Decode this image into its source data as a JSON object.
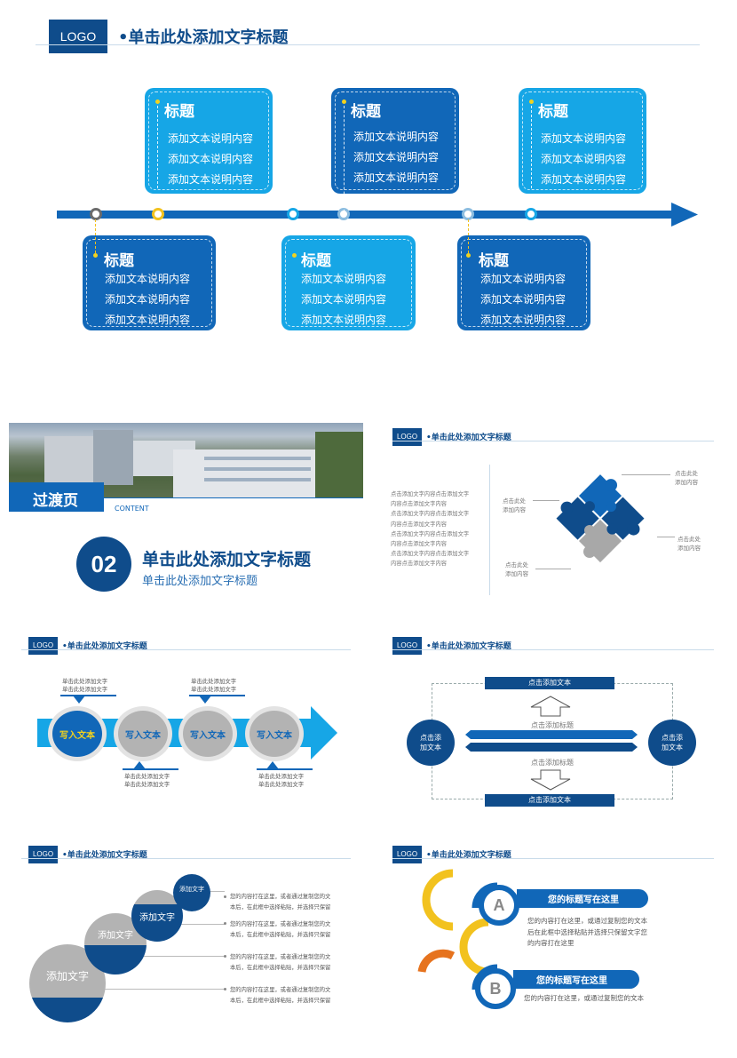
{
  "hero": {
    "logo": "LOGO",
    "title": "•单击此处添加文字标题",
    "cards": [
      {
        "title": "标题",
        "lines": [
          "添加文本说明内容",
          "添加文本说明内容",
          "添加文本说明内容"
        ]
      },
      {
        "title": "标题",
        "lines": [
          "添加文本说明内容",
          "添加文本说明内容",
          "添加文本说明内容"
        ]
      },
      {
        "title": "标题",
        "lines": [
          "添加文本说明内容",
          "添加文本说明内容",
          "添加文本说明内容"
        ]
      },
      {
        "title": "标题",
        "lines": [
          "添加文本说明内容",
          "添加文本说明内容",
          "添加文本说明内容"
        ]
      },
      {
        "title": "标题",
        "lines": [
          "添加文本说明内容",
          "添加文本说明内容",
          "添加文本说明内容"
        ]
      },
      {
        "title": "标题",
        "lines": [
          "添加文本说明内容",
          "添加文本说明内容",
          "添加文本说明内容"
        ]
      }
    ]
  },
  "transition": {
    "label": "过渡页",
    "content": "CONTENT",
    "number": "02",
    "title": "单击此处添加文字标题",
    "subtitle": "单击此处添加文字标题"
  },
  "puzzle": {
    "logo": "LOGO",
    "title": "•单击此处添加文字标题",
    "paragraph": [
      "点击添加文字内容点击添加文字",
      "内容点击添加文字内容",
      "点击添加文字内容点击添加文字",
      "内容点击添加文字内容",
      "点击添加文字内容点击添加文字",
      "内容点击添加文字内容",
      "点击添加文字内容点击添加文字",
      "内容点击添加文字内容"
    ],
    "labels": [
      "点击此处\n添加内容",
      "点击此处\n添加内容",
      "点击此处\n添加内容",
      "点击此处\n添加内容"
    ]
  },
  "arrow_slide": {
    "logo": "LOGO",
    "title": "•单击此处添加文字标题",
    "circles": [
      "写入文本",
      "写入文本",
      "写入文本",
      "写入文本"
    ],
    "notes": [
      "单击此处添加文字\n单击此处添加文字",
      "单击此处添加文字\n单击此处添加文字",
      "单击此处添加文字\n单击此处添加文字",
      "单击此处添加文字\n单击此处添加文字"
    ]
  },
  "compare_slide": {
    "logo": "LOGO",
    "title": "•单击此处添加文字标题",
    "top_bar": "点击添加文本",
    "bottom_bar": "点击添加文本",
    "mid_label_top": "点击添加标题",
    "mid_label_bottom": "点击添加标题",
    "left_circle": "点击添\n加文本",
    "right_circle": "点击添\n加文本"
  },
  "circles_slide": {
    "logo": "LOGO",
    "title": "•单击此处添加文字标题",
    "circles": [
      "添加文字",
      "添加文字",
      "添加文字",
      "添加文字"
    ],
    "notes": [
      "您的内容打在这里，或者通过复制您的文\n本后，在此框中选择粘贴，并选择只保留",
      "您的内容打在这里，或者通过复制您的文\n本后，在此框中选择粘贴，并选择只保留",
      "您的内容打在这里，或者通过复制您的文\n本后，在此框中选择粘贴，并选择只保留",
      "您的内容打在这里，或者通过复制您的文\n本后，在此框中选择粘贴，并选择只保留"
    ]
  },
  "ab_slide": {
    "logo": "LOGO",
    "title": "•单击此处添加文字标题",
    "a_letter": "A",
    "b_letter": "B",
    "a_title": "您的标题写在这里",
    "b_title": "您的标题写在这里",
    "a_text": "您的内容打在这里，或通过复制您的文本\n后在此框中选择粘贴并选择只保留文字您\n的内容打在这里",
    "b_text": "您的内容打在这里，或通过复制您的文本"
  },
  "colors": {
    "navy": "#0f4c8b",
    "blue": "#1167b8",
    "light": "#16a6e6",
    "gray": "#b3b3b3",
    "yellow": "#f2c21e",
    "orange": "#e6731e"
  }
}
